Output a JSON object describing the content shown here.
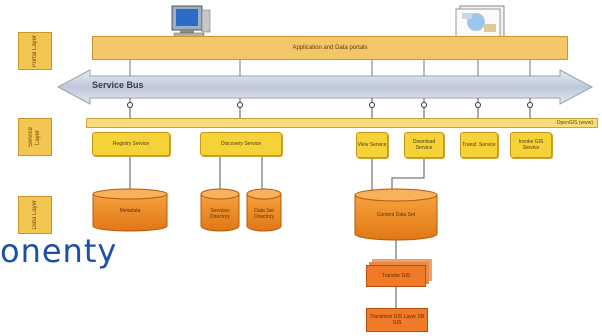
{
  "layers": {
    "top": "Portal Layer",
    "service": "Service Layer",
    "data": "Data Layer"
  },
  "app_bar": "Application and Data portals",
  "service_bus": "Service Bus",
  "opengis_bar": "OpenGIS (www)",
  "services": {
    "registry": "Registry Service",
    "discovery": "Discovery Service",
    "view": "View Service",
    "download": "Download Service",
    "transform": "Transf. Service",
    "invoke": "Invoke GIS Service"
  },
  "databases": {
    "metadata": "Metadata",
    "services_dir": "Services Directory",
    "data_dir": "Data Set Directory",
    "content_data": "Content Data Set"
  },
  "process": {
    "step1": "Transfer GIS",
    "step2": "Transform GIS Layer DB GIS"
  },
  "caption": "onenty"
}
